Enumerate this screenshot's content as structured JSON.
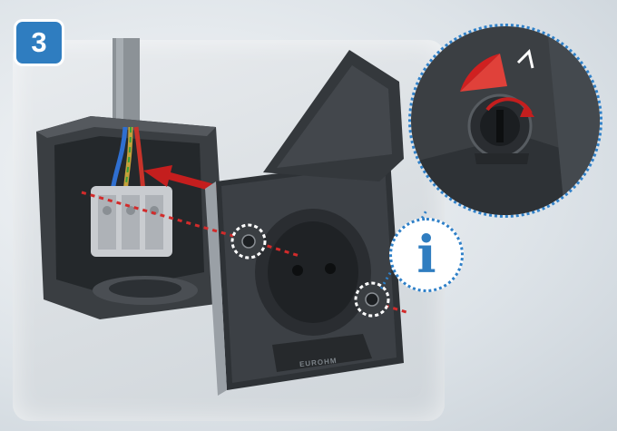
{
  "step": {
    "number": "3"
  },
  "info": {
    "symbol": "i"
  },
  "product": {
    "brand_mark": "EUROHM"
  },
  "colors": {
    "accent_blue": "#2f7dc0",
    "dotted_outline": "#2f80c8",
    "arrow_red": "#c41e1e",
    "housing_dark": "#3a3e42"
  },
  "icons": [
    "step-badge",
    "info-icon",
    "insert-arrow",
    "rotate-arrow",
    "rotation-indicator"
  ]
}
